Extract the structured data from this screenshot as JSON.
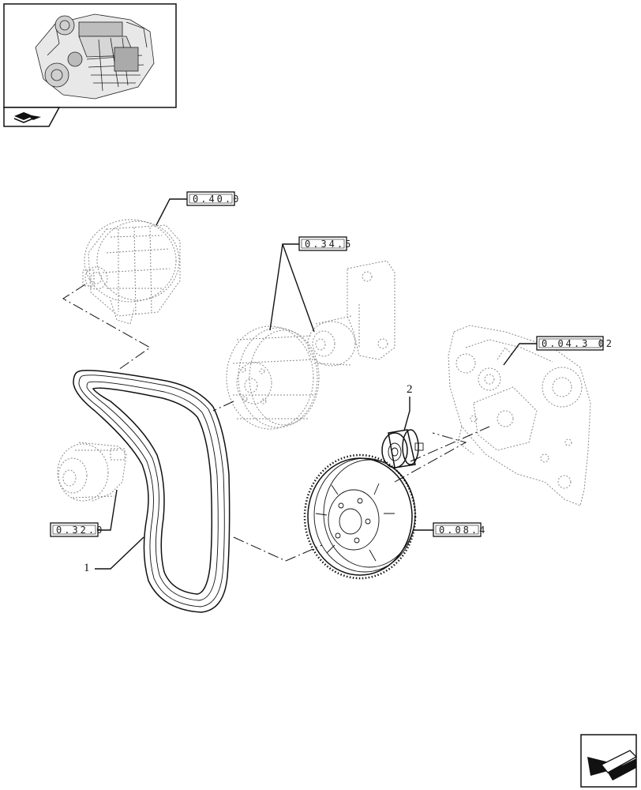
{
  "references": [
    {
      "id": "alternator",
      "code": "0.40.0"
    },
    {
      "id": "fan-drive",
      "code": "0.34.5"
    },
    {
      "id": "timing-cover",
      "code": "0.04.3 02"
    },
    {
      "id": "water-pump",
      "code": "0.32.0"
    },
    {
      "id": "damper",
      "code": "0.08.4"
    }
  ],
  "items": [
    {
      "id": "belt",
      "number": "1"
    },
    {
      "id": "idler-pulley",
      "number": "2"
    }
  ]
}
